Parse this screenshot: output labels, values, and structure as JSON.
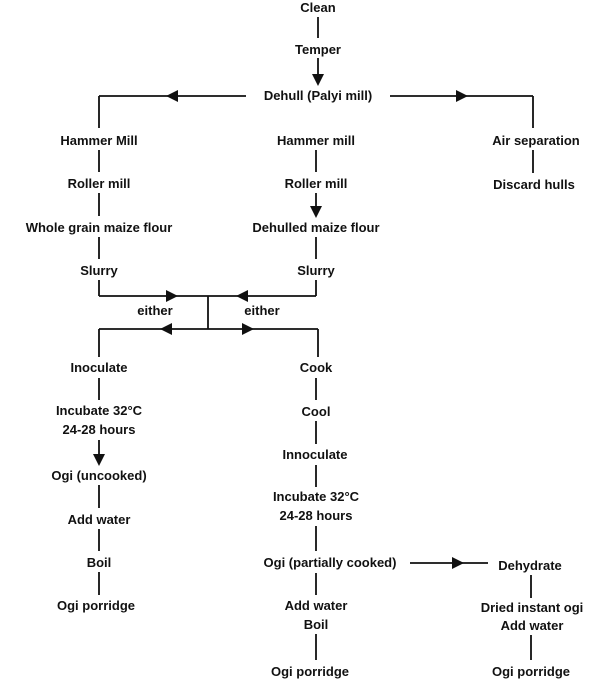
{
  "nodes": {
    "clean": "Clean",
    "temper": "Temper",
    "dehull": "Dehull (Palyi mill)",
    "hammer_mill_left": "Hammer Mill",
    "roller_mill_left": "Roller mill",
    "whole_grain_flour": "Whole grain maize flour",
    "slurry_left": "Slurry",
    "hammer_mill_mid": "Hammer mill",
    "roller_mill_mid": "Roller mill",
    "dehulled_flour": "Dehulled maize flour",
    "slurry_mid": "Slurry",
    "air_separation": "Air separation",
    "discard_hulls": "Discard hulls",
    "either_left": "either",
    "either_right": "either",
    "inoculate": "Inoculate",
    "incubate_left_1": "Incubate 32°C",
    "incubate_left_2": "24-28 hours",
    "ogi_uncooked": "Ogi (uncooked)",
    "add_water_left": "Add water",
    "boil_left": "Boil",
    "ogi_porridge_left": "Ogi porridge",
    "cook": "Cook",
    "cool": "Cool",
    "innoculate": "Innoculate",
    "incubate_mid_1": "Incubate 32°C",
    "incubate_mid_2": "24-28 hours",
    "ogi_partially_cooked": "Ogi (partially cooked)",
    "add_water_mid": "Add water",
    "boil_mid": "Boil",
    "ogi_porridge_mid": "Ogi porridge",
    "dehydrate": "Dehydrate",
    "dried_instant_ogi": "Dried instant ogi",
    "add_water_right": "Add water",
    "ogi_porridge_right": "Ogi porridge"
  }
}
